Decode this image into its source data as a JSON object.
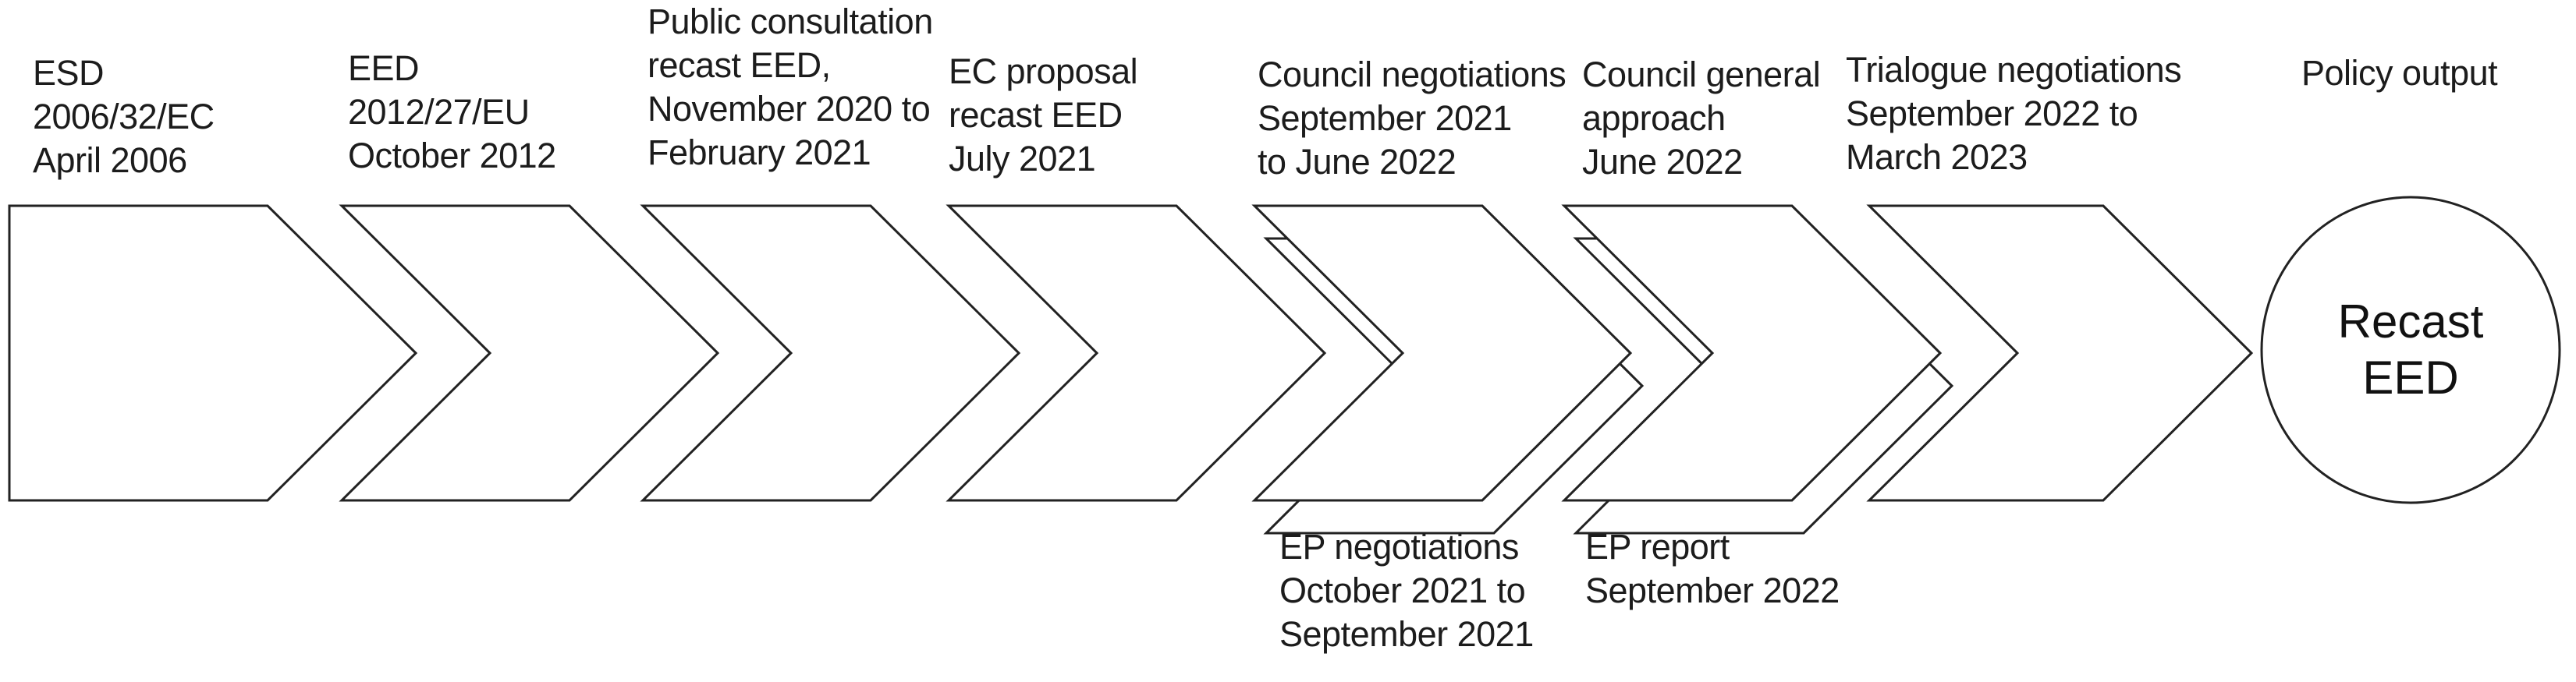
{
  "colors": {
    "stroke": "#222222",
    "shape_fill": "#ffffff",
    "text": "#1c1c1c",
    "background": "#ffffff"
  },
  "steps": [
    {
      "id": "esd",
      "label": "ESD\n2006/32/EC\nApril 2006"
    },
    {
      "id": "eed",
      "label": "EED\n2012/27/EU\nOctober 2012"
    },
    {
      "id": "public-consultation",
      "label": "Public consultation\nrecast EED,\nNovember 2020 to\nFebruary 2021"
    },
    {
      "id": "ec-proposal",
      "label": "EC proposal\nrecast EED\nJuly 2021"
    },
    {
      "id": "council-negotiations",
      "label": "Council negotiations\nSeptember 2021\nto June 2022"
    },
    {
      "id": "council-general-approach",
      "label": "Council general\napproach\nJune 2022"
    },
    {
      "id": "trialogue-negotiations",
      "label": "Trialogue negotiations\nSeptember 2022 to\nMarch 2023"
    }
  ],
  "branch_steps": [
    {
      "id": "ep-negotiations",
      "label": "EP negotiations\nOctober 2021 to\nSeptember 2021"
    },
    {
      "id": "ep-report",
      "label": "EP report\nSeptember 2022"
    }
  ],
  "output": {
    "caption": "Policy output",
    "result": "Recast\nEED"
  }
}
